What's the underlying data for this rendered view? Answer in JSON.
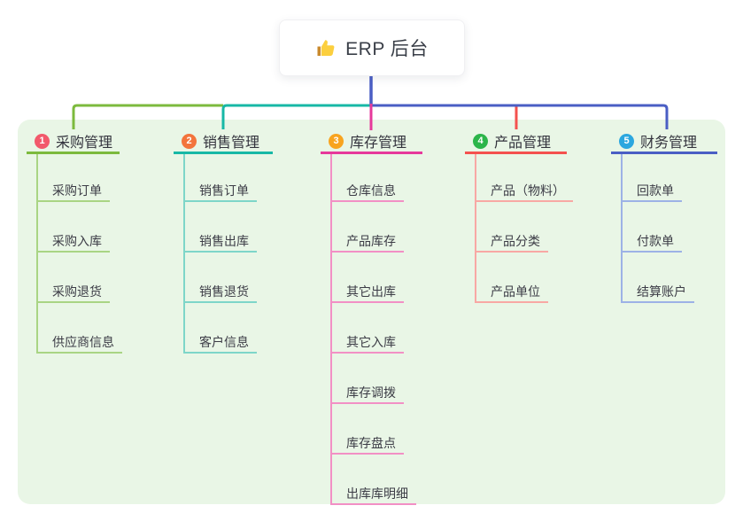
{
  "root": {
    "label": "ERP 后台",
    "icon": "thumbs-up-icon"
  },
  "colors": {
    "canvas_background": "#e9f6e6",
    "root_connector": "#4a5ec4",
    "text": "#33333d"
  },
  "branches": [
    {
      "number": "1",
      "title": "采购管理",
      "badge_color": "#f2596b",
      "line_color": "#7cba3d",
      "child_line_color": "#a9d584",
      "children": [
        "采购订单",
        "采购入库",
        "采购退货",
        "供应商信息"
      ]
    },
    {
      "number": "2",
      "title": "销售管理",
      "badge_color": "#f3743c",
      "line_color": "#17b8a6",
      "child_line_color": "#7ed6c9",
      "children": [
        "销售订单",
        "销售出库",
        "销售退货",
        "客户信息"
      ]
    },
    {
      "number": "3",
      "title": "库存管理",
      "badge_color": "#f8a41f",
      "line_color": "#e6399b",
      "child_line_color": "#f290c5",
      "children": [
        "仓库信息",
        "产品库存",
        "其它出库",
        "其它入库",
        "库存调拨",
        "库存盘点",
        "出库库明细"
      ]
    },
    {
      "number": "4",
      "title": "产品管理",
      "badge_color": "#2cb54a",
      "line_color": "#f4514e",
      "child_line_color": "#f8a8a4",
      "children": [
        "产品（物料）",
        "产品分类",
        "产品单位"
      ]
    },
    {
      "number": "5",
      "title": "财务管理",
      "badge_color": "#2ba7df",
      "line_color": "#4a5ec4",
      "child_line_color": "#9db2e6",
      "children": [
        "回款单",
        "付款单",
        "结算账户"
      ]
    }
  ]
}
